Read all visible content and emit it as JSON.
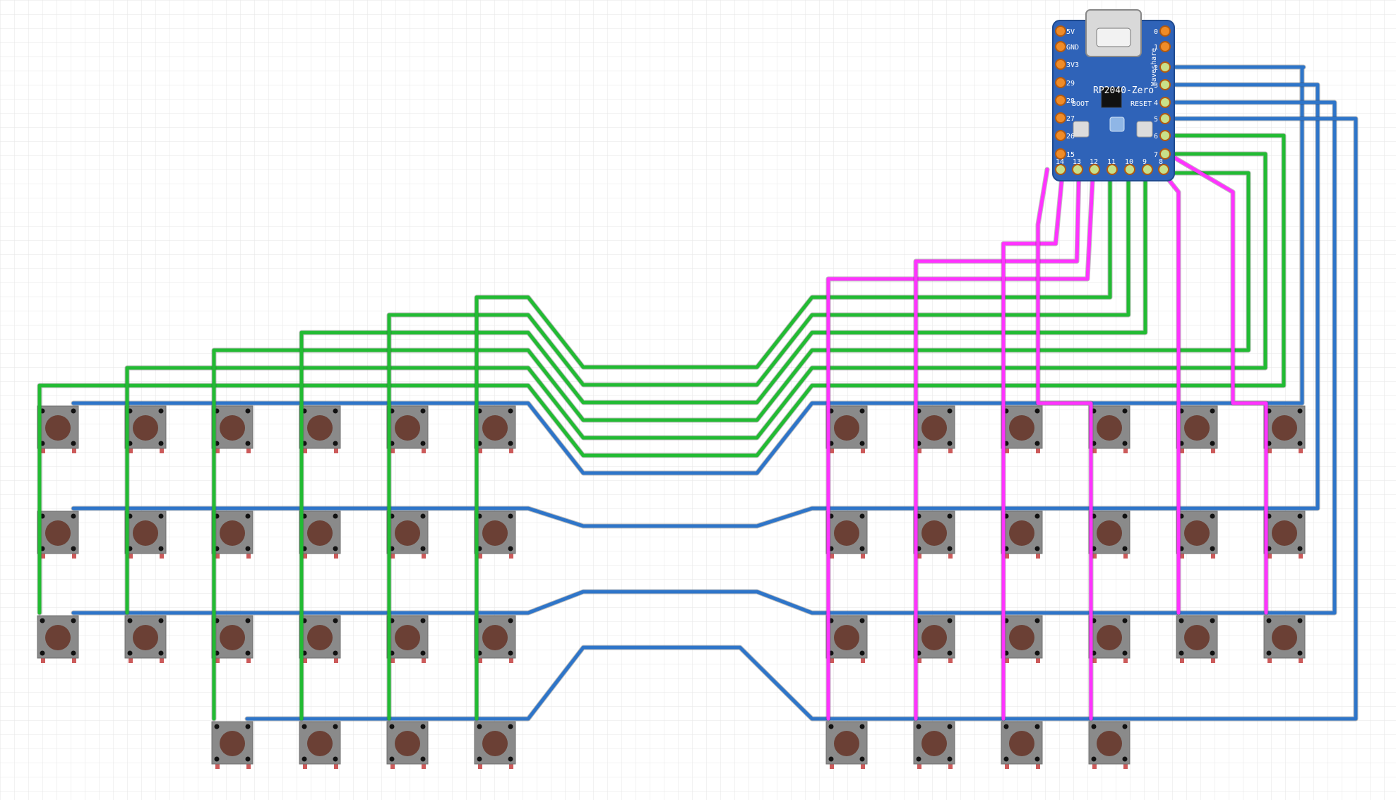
{
  "board": {
    "title": "RP2040-Zero",
    "brand": "Waveshare",
    "boot_label": "BOOT",
    "reset_label": "RESET",
    "left_pins": [
      "5V",
      "GND",
      "3V3",
      "29",
      "28",
      "27",
      "26",
      "15"
    ],
    "right_pins": [
      "0",
      "1",
      "2",
      "3",
      "4",
      "5",
      "6",
      "7"
    ],
    "bottom_pins": [
      "14",
      "13",
      "12",
      "11",
      "10",
      "9",
      "8"
    ]
  },
  "colors": {
    "background": "#ffffff",
    "grid": "#e6e6e6",
    "board": "#2f63b8",
    "row_wire": "#2e75c9",
    "col_wire_left": "#22bb33",
    "col_wire_right": "#ff33ff",
    "switch_body": "#8a8a8a",
    "switch_button": "#6b4035",
    "switch_leg": "#cc5a5a",
    "pin_pad": "#f08c28"
  },
  "icons": [
    "usb-c-connector-icon",
    "tactile-switch-icon",
    "pushbutton-icon",
    "chip-icon"
  ],
  "matrix": {
    "rows": 4,
    "left_columns": 6,
    "right_columns": 6,
    "left_bottom_row_columns": [
      2,
      3,
      4,
      5
    ],
    "right_bottom_row_columns": [
      0,
      1,
      2,
      3
    ]
  }
}
